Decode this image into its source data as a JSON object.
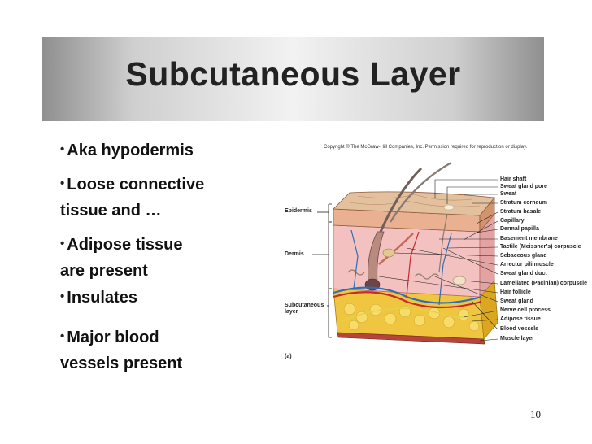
{
  "slide": {
    "title": "Subcutaneous Layer",
    "page_number": "10"
  },
  "bullets": [
    {
      "lines": [
        "Aka hypodermis"
      ]
    },
    {
      "lines": [
        "Loose connective",
        "tissue and …"
      ]
    },
    {
      "lines": [
        "Adipose tissue",
        "are present"
      ]
    },
    {
      "lines": [
        "Insulates"
      ]
    },
    {
      "lines": [
        "Major blood",
        "vessels present"
      ]
    }
  ],
  "figure": {
    "copyright": "Copyright © The McGraw-Hill Companies, Inc. Permission required for reproduction or display.",
    "panel_label": "(a)",
    "left_labels": {
      "epidermis": "Epidermis",
      "dermis": "Dermis",
      "subcutaneous_1": "Subcutaneous",
      "subcutaneous_2": "layer"
    },
    "right_labels": [
      "Hair shaft",
      "Sweat gland pore",
      "Sweat",
      "Stratum corneum",
      "Stratum basale",
      "Capillary",
      "Dermal papilla",
      "Basement membrane",
      "Tactile (Meissner’s) corpuscle",
      "Sebaceous gland",
      "Arrector pili muscle",
      "Sweat gland duct",
      "Lamellated (Pacinian) corpuscle",
      "Hair follicle",
      "Sweat gland",
      "Nerve cell process",
      "Adipose tissue",
      "Blood vessels",
      "Muscle layer"
    ]
  }
}
